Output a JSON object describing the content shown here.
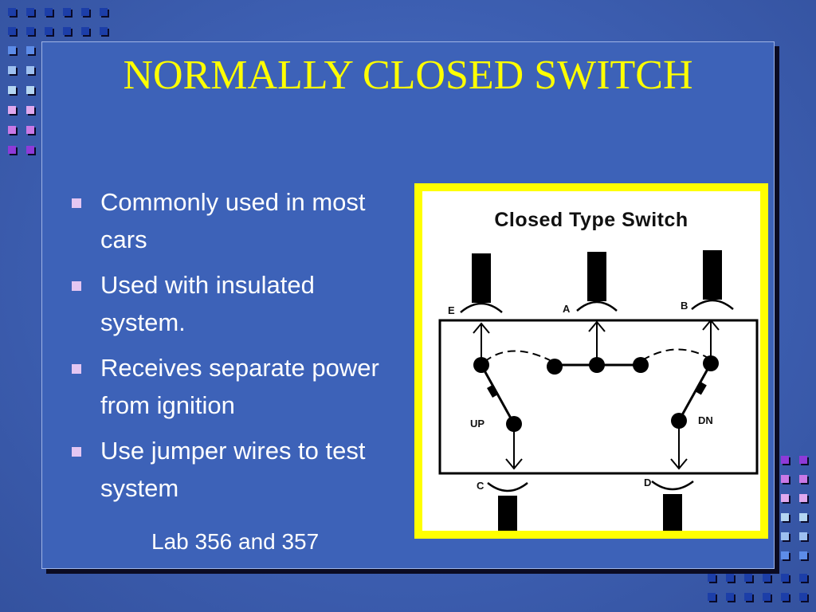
{
  "slide": {
    "title": "NORMALLY CLOSED SWITCH",
    "bullets": [
      "Commonly used in most cars",
      "Used with insulated system.",
      "Receives separate power from ignition",
      "Use jumper wires to test system"
    ],
    "caption": "Lab 356 and 357"
  },
  "figure": {
    "title": "Closed Type Switch",
    "terminals": {
      "e": "E",
      "a": "A",
      "b": "B",
      "c": "C",
      "d": "D"
    },
    "labels": {
      "up": "UP",
      "dn": "DN"
    }
  },
  "colors": {
    "background": "#3d62b8",
    "title": "#ffff00",
    "text": "#ffffff",
    "bullet": "#e4c6f2",
    "figure_border": "#ffff00"
  }
}
